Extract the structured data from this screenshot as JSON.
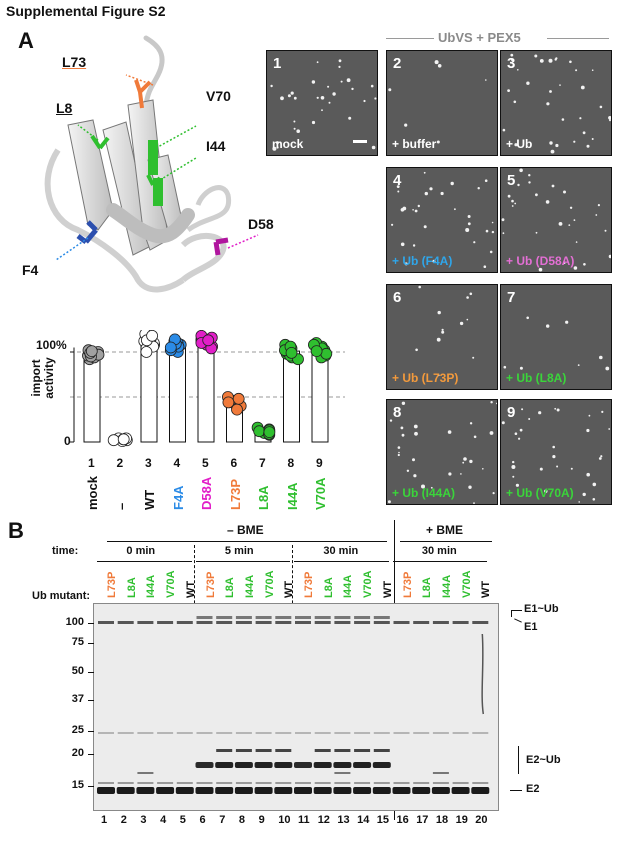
{
  "figure_title": "Supplemental Figure S2",
  "panel_a_letter": "A",
  "panel_b_letter": "B",
  "structure": {
    "residue_labels": [
      {
        "text": "L73",
        "color": "#f07a3a"
      },
      {
        "text": "V70",
        "color": "#2fbf2f"
      },
      {
        "text": "L8",
        "color": "#2fbf2f"
      },
      {
        "text": "I44",
        "color": "#2fbf2f"
      },
      {
        "text": "D58",
        "color": "#e11ec8"
      },
      {
        "text": "F4",
        "color": "#2b8be6"
      }
    ]
  },
  "micrographs": {
    "header": "UbVS + PEX5",
    "tiles": [
      {
        "num": "1",
        "label": "mock",
        "color": "#ffffff",
        "density": 30
      },
      {
        "num": "2",
        "label": "+ buffer",
        "color": "#ffffff",
        "density": 6
      },
      {
        "num": "3",
        "label": "+ Ub",
        "color": "#ffffff",
        "density": 32
      },
      {
        "num": "4",
        "label": "+ Ub (F4A)",
        "color": "#2fa6ea",
        "density": 30
      },
      {
        "num": "5",
        "label": "+ Ub (D58A)",
        "color": "#e36fd4",
        "density": 28
      },
      {
        "num": "6",
        "label": "+ Ub (L73P)",
        "color": "#f39a3c",
        "density": 12
      },
      {
        "num": "7",
        "label": "+ Ub (L8A)",
        "color": "#3ad53a",
        "density": 8
      },
      {
        "num": "8",
        "label": "+ Ub (I44A)",
        "color": "#3ad53a",
        "density": 30
      },
      {
        "num": "9",
        "label": "+ Ub (V70A)",
        "color": "#3ad53a",
        "density": 30
      }
    ]
  },
  "chart_data": {
    "type": "bar",
    "ylabel": "import activity",
    "ytick_labels": [
      "100%",
      "0"
    ],
    "ylim": [
      0,
      115
    ],
    "reference_lines": [
      100,
      50
    ],
    "categories": [
      "1",
      "2",
      "3",
      "4",
      "5",
      "6",
      "7",
      "8",
      "9"
    ],
    "category_labels": [
      "mock",
      "–",
      "WT",
      "F4A",
      "D58A",
      "L73P",
      "L8A",
      "I44A",
      "V70A"
    ],
    "category_colors": [
      "#111111",
      "#111111",
      "#111111",
      "#2b8be6",
      "#e11ec8",
      "#f07a3a",
      "#2fbf2f",
      "#2fbf2f",
      "#2fbf2f"
    ],
    "values": [
      97,
      3,
      110,
      107,
      110,
      40,
      12,
      101,
      102
    ],
    "point_color": [
      "#a0a0a0",
      "#ffffff",
      "#ffffff",
      "#2b8be6",
      "#e11ec8",
      "#f07a3a",
      "#2fbf2f",
      "#2fbf2f",
      "#2fbf2f"
    ],
    "points": [
      [
        92,
        96,
        100,
        98,
        94,
        102,
        97,
        95,
        99,
        101
      ],
      [
        2,
        3,
        4,
        1,
        3,
        2,
        4,
        3
      ],
      [
        108,
        112,
        120,
        104,
        110,
        115,
        106,
        113,
        100,
        118
      ],
      [
        104,
        108,
        110,
        100,
        112,
        106,
        102,
        109,
        114,
        105
      ],
      [
        110,
        114,
        106,
        116,
        108,
        112,
        118,
        104,
        110,
        113
      ],
      [
        42,
        46,
        38,
        50,
        44,
        40,
        36,
        48
      ],
      [
        10,
        14,
        8,
        16,
        12,
        9,
        13,
        11
      ],
      [
        98,
        104,
        94,
        108,
        100,
        96,
        102,
        106,
        92,
        99
      ],
      [
        100,
        106,
        96,
        110,
        102,
        94,
        104,
        98,
        108,
        101
      ]
    ]
  },
  "gel": {
    "condition_minus": "– BME",
    "condition_plus": "+ BME",
    "time_label": "time:",
    "time_groups": [
      "0 min",
      "5 min",
      "30 min",
      "30 min"
    ],
    "mutant_label": "Ub mutant:",
    "lane_mutants": [
      "L73P",
      "L8A",
      "I44A",
      "V70A",
      "WT",
      "L73P",
      "L8A",
      "I44A",
      "V70A",
      "WT",
      "L73P",
      "L8A",
      "I44A",
      "V70A",
      "WT",
      "L73P",
      "L8A",
      "I44A",
      "V70A",
      "WT"
    ],
    "lane_colors": [
      "#f07a3a",
      "#2fbf2f",
      "#2fbf2f",
      "#2fbf2f",
      "#111111",
      "#f07a3a",
      "#2fbf2f",
      "#2fbf2f",
      "#2fbf2f",
      "#111111",
      "#f07a3a",
      "#2fbf2f",
      "#2fbf2f",
      "#2fbf2f",
      "#111111",
      "#f07a3a",
      "#2fbf2f",
      "#2fbf2f",
      "#2fbf2f",
      "#111111"
    ],
    "lane_numbers": [
      "1",
      "2",
      "3",
      "4",
      "5",
      "6",
      "7",
      "8",
      "9",
      "10",
      "11",
      "12",
      "13",
      "14",
      "15",
      "16",
      "17",
      "18",
      "19",
      "20"
    ],
    "mw_markers": [
      "100",
      "75",
      "50",
      "37",
      "25",
      "20",
      "15"
    ],
    "band_labels": {
      "e1ub": "E1~Ub",
      "e1": "E1",
      "e2ub": "E2~Ub",
      "e2": "E2"
    }
  }
}
